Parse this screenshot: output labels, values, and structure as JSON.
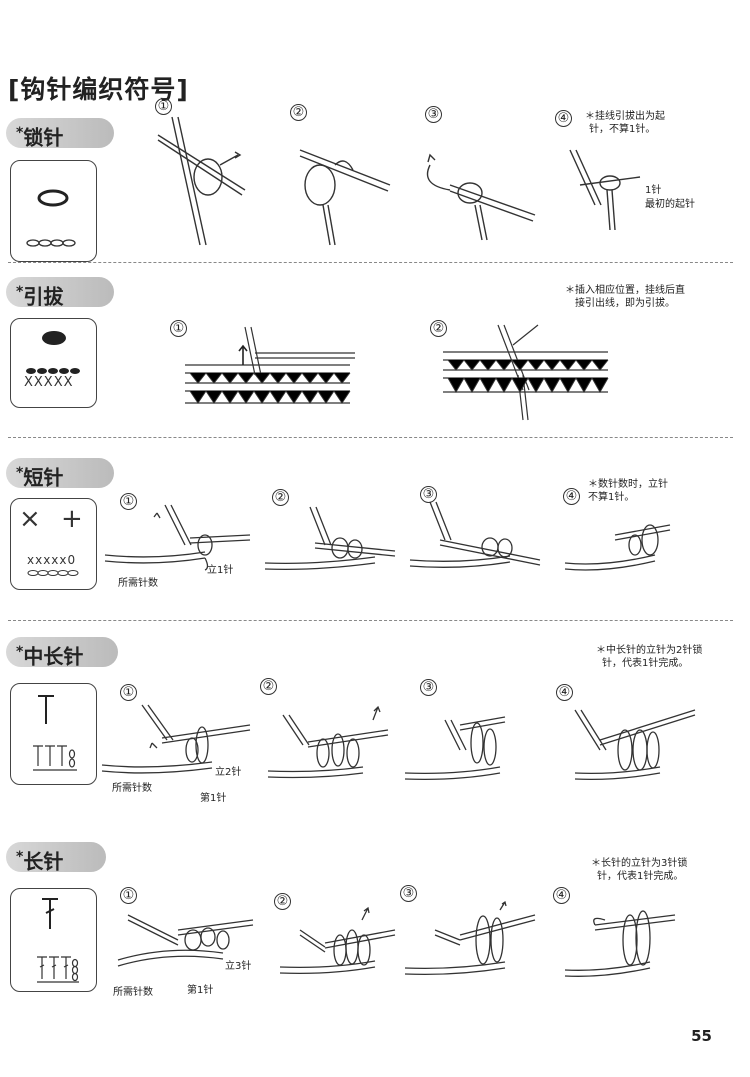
{
  "page_title": "[钩针编织符号]",
  "page_number": "55",
  "sections": {
    "chain": {
      "name": "锁针",
      "steps": [
        "①",
        "②",
        "③",
        "④"
      ],
      "note": [
        "＊挂线引拔出为起",
        "针，不算1针。"
      ],
      "labels": {
        "one_stitch": "1针",
        "first_start": "最初的起针"
      }
    },
    "slip": {
      "name": "引拔",
      "steps": [
        "①",
        "②"
      ],
      "note": [
        "＊插入相应位置，挂线后直",
        "接引出线，即为引拔。"
      ],
      "symbol_row": "XXXXX"
    },
    "sc": {
      "name": "短针",
      "steps": [
        "①",
        "②",
        "③",
        "④"
      ],
      "note": [
        "＊数针数时，立针",
        "不算1针。"
      ],
      "symbol_main": "×  +",
      "symbol_row": "xxxxx0",
      "labels": {
        "turning": "立1针",
        "required": "所需针数"
      }
    },
    "hdc": {
      "name": "中长针",
      "steps": [
        "①",
        "②",
        "③",
        "④"
      ],
      "note": [
        "＊中长针的立针为2针锁",
        "针，代表1针完成。"
      ],
      "labels": {
        "turning": "立2针",
        "required": "所需针数",
        "first": "第1针"
      }
    },
    "dc": {
      "name": "长针",
      "steps": [
        "①",
        "②",
        "③",
        "④"
      ],
      "note": [
        "＊长针的立针为3针锁",
        "针，代表1针完成。"
      ],
      "labels": {
        "turning": "立3针",
        "required": "所需针数",
        "first": "第1针"
      }
    }
  }
}
